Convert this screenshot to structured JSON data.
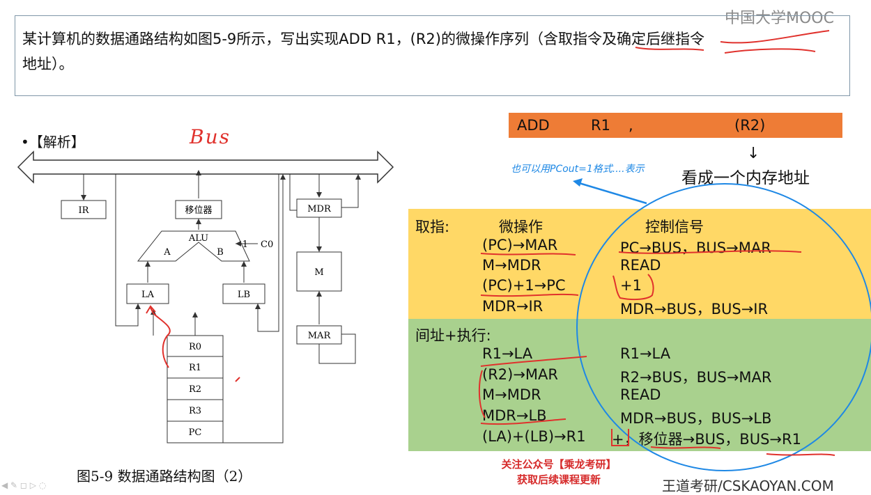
{
  "logo": "中国大学MOOC",
  "question": {
    "line1": "某计算机的数据通路结构如图5-9所示，写出实现ADD  R1，(R2)的微操作序列（含取指令及确定后继指令",
    "line2": "地址）。"
  },
  "analysis_label": "•【解析】",
  "handwritten_bus": "Bus",
  "diagram": {
    "ir": "IR",
    "shifter": "移位器",
    "alu": "ALU",
    "alu_a": "A",
    "alu_b": "B",
    "carry": "1",
    "c0": "C0",
    "la": "LA",
    "lb": "LB",
    "mdr": "MDR",
    "m": "M",
    "mar": "MAR",
    "registers": [
      "R0",
      "R1",
      "R2",
      "R3",
      "PC"
    ]
  },
  "figure_caption": "图5-9  数据通路结构图（2）",
  "instruction": {
    "op": "ADD",
    "r1": "R1",
    "comma": ",",
    "r2": "(R2)"
  },
  "arrow_down": "↓",
  "annotation_note": "也可以用PCout=1格式....表示",
  "memory_address_note": "看成一个内存地址",
  "fetch": {
    "label": "取指:",
    "col_micro": "微操作",
    "col_signal": "控制信号",
    "rows": [
      {
        "micro": "(PC)→MAR",
        "signal": "PC→BUS，BUS→MAR"
      },
      {
        "micro": "M→MDR",
        "signal": "READ"
      },
      {
        "micro": "(PC)+1→PC",
        "signal": "+1"
      },
      {
        "micro": "MDR→IR",
        "signal": "MDR→BUS，BUS→IR"
      }
    ]
  },
  "execute": {
    "label": "间址+执行:",
    "rows": [
      {
        "micro": "R1→LA",
        "signal": "R1→LA"
      },
      {
        "micro": "(R2)→MAR",
        "signal": "R2→BUS，BUS→MAR"
      },
      {
        "micro": "M→MDR",
        "signal": "READ"
      },
      {
        "micro": "MDR→LB",
        "signal": "MDR→BUS，BUS→LB"
      },
      {
        "micro": "(LA)+(LB)→R1",
        "signal": "+，移位器→BUS，BUS→R1"
      }
    ]
  },
  "footer": {
    "promo_line1": "关注公众号【乘龙考研】",
    "promo_line2": "获取后续课程更新",
    "brand": "王道考研/CSKAOYAN.COM"
  },
  "colors": {
    "instruction_bar": "#ee7c36",
    "fetch_panel": "#ffd866",
    "execute_panel": "#a9d18e",
    "annotation_red": "#e0312c",
    "annotation_blue": "#1e88e5"
  }
}
